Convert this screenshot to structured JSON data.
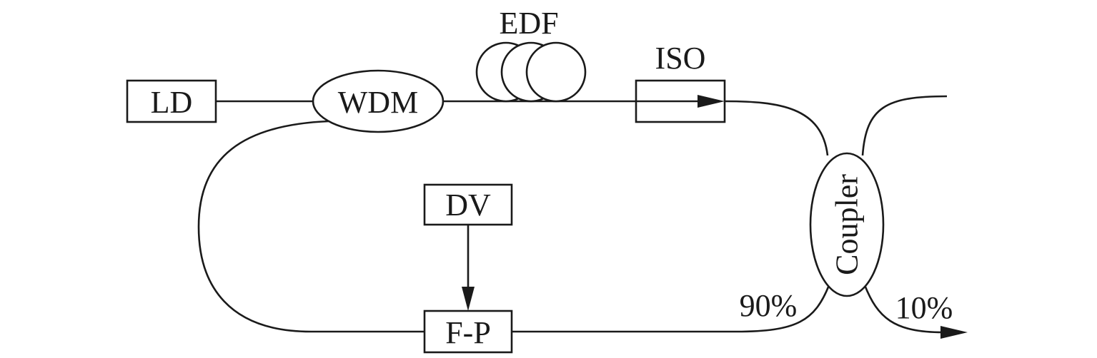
{
  "labels": {
    "ld": "LD",
    "wdm": "WDM",
    "edf": "EDF",
    "iso": "ISO",
    "coupler": "Coupler",
    "dv": "DV",
    "fp": "F-P",
    "out_90": "90%",
    "out_10": "10%"
  }
}
